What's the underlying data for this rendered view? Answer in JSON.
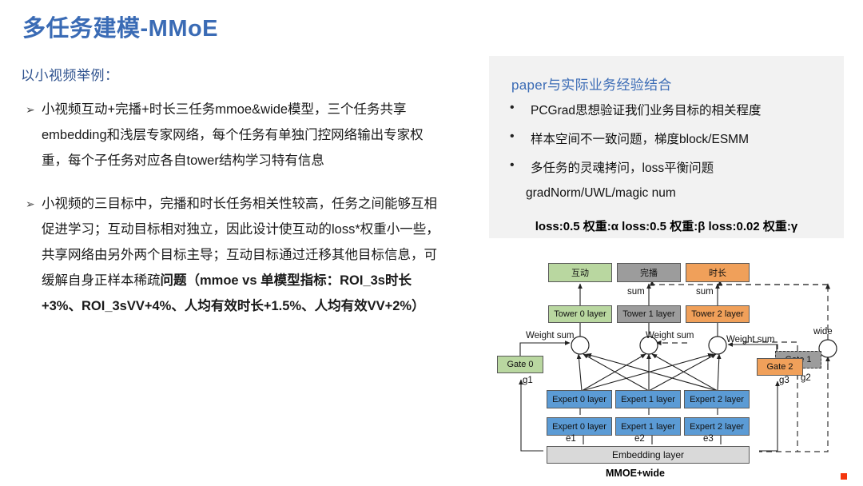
{
  "slide": {
    "title": "多任务建模-MMoE",
    "accent_color": "#3a6bb5",
    "background": "#ffffff"
  },
  "left": {
    "heading": "以小视频举例：",
    "bullet_marker": "➢",
    "bullets": [
      {
        "id": "bullet-1",
        "text": "小视频互动+完播+时长三任务mmoe&wide模型，三个任务共享embedding和浅层专家网络，每个任务有单独门控网络输出专家权重，每个子任务对应各自tower结构学习特有信息"
      },
      {
        "id": "bullet-2",
        "text_normal": "小视频的三目标中，完播和时长任务相关性较高，任务之间能够互相促进学习；互动目标相对独立，因此设计使互动的loss*权重小一些，共享网络由另外两个目标主导；互动目标通过迁移其他目标信息，可缓解自身正样本稀疏",
        "text_bold": "问题（mmoe vs 单模型指标：ROI_3s时长+3%、ROI_3sVV+4%、人均有效时长+1.5%、人均有效VV+2%）"
      }
    ]
  },
  "panel": {
    "background": "#f2f2f2",
    "heading": "paper与实际业务经验结合",
    "heading_color": "#3a6bb5",
    "bullet_char": "•",
    "bullets": [
      "PCGrad思想验证我们业务目标的相关程度",
      "样本空间不一致问题，梯度block/ESMM",
      "多任务的灵魂拷问，loss平衡问题"
    ],
    "sub_line": "gradNorm/UWL/magic num",
    "loss_line": "loss:0.5 权重:α   loss:0.5 权重:β   loss:0.02 权重:γ"
  },
  "diagram": {
    "caption": "MMOE+wide",
    "colors": {
      "green": "#b9d7a0",
      "gray": "#9c9c9c",
      "orange": "#f0a05a",
      "blue": "#5b9bd5",
      "light_gray": "#d9d9d9"
    },
    "outputs": [
      {
        "label": "互动",
        "color": "green"
      },
      {
        "label": "完播",
        "color": "gray"
      },
      {
        "label": "时长",
        "color": "orange"
      }
    ],
    "towers": [
      {
        "label": "Tower 0 layer",
        "color": "green"
      },
      {
        "label": "Tower 1 layer",
        "color": "gray"
      },
      {
        "label": "Tower 2 layer",
        "color": "orange"
      }
    ],
    "experts_upper": [
      "Expert 0 layer",
      "Expert 1 layer",
      "Expert 2 layer"
    ],
    "experts_lower": [
      "Expert 0 layer",
      "Expert 1 layer",
      "Expert 2 layer"
    ],
    "gates": [
      {
        "label": "Gate 0",
        "color": "green"
      },
      {
        "label": "Gate 1",
        "color": "gray"
      },
      {
        "label": "Gate 2",
        "color": "orange"
      }
    ],
    "embedding": "Embedding layer",
    "edge_labels": {
      "sum_1": "sum",
      "sum_2": "sum",
      "weight_sum_0": "Weight sum",
      "weight_sum_1": "Weight sum",
      "weight_sum_2": "Weight sum",
      "g1": "g1",
      "g2": "g2",
      "g3": "g3",
      "e1": "e1",
      "e2": "e2",
      "e3": "e3",
      "wide": "wide"
    }
  },
  "decoration": {
    "red_dot_color": "#f4360d"
  }
}
